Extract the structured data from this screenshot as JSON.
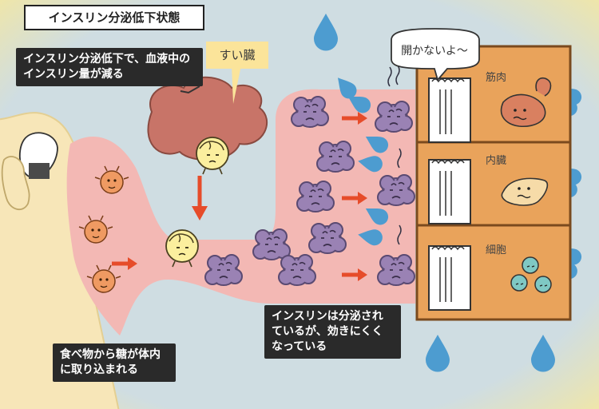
{
  "title": "インスリン分泌低下状態",
  "labels": {
    "insulin_reduced": "インスリン分泌低下で、血液中のインスリン量が減る",
    "pancreas": "すい臓",
    "sugar_absorbed": "食べ物から糖が体内に取り込まれる",
    "insulin_secreted": "インスリンは分泌されているが、効きにくくなっている",
    "door_speech": "開かないよ〜"
  },
  "organs": {
    "muscle": "筋肉",
    "internal_organs": "内臓",
    "cells": "細胞"
  },
  "colors": {
    "background_border": "#f7e89b",
    "background": "#cfdde2",
    "blood_vessel": "#f3b8b4",
    "body_silhouette": "#f7e6b8",
    "glucose": "#ef9a62",
    "insulin": "#fbef9e",
    "sugar_clump": "#9a82b4",
    "cabinet": "#e9a35b",
    "door": "#ffffff",
    "arrow": "#e64c2a",
    "water_drop": "#4d9cd0"
  }
}
